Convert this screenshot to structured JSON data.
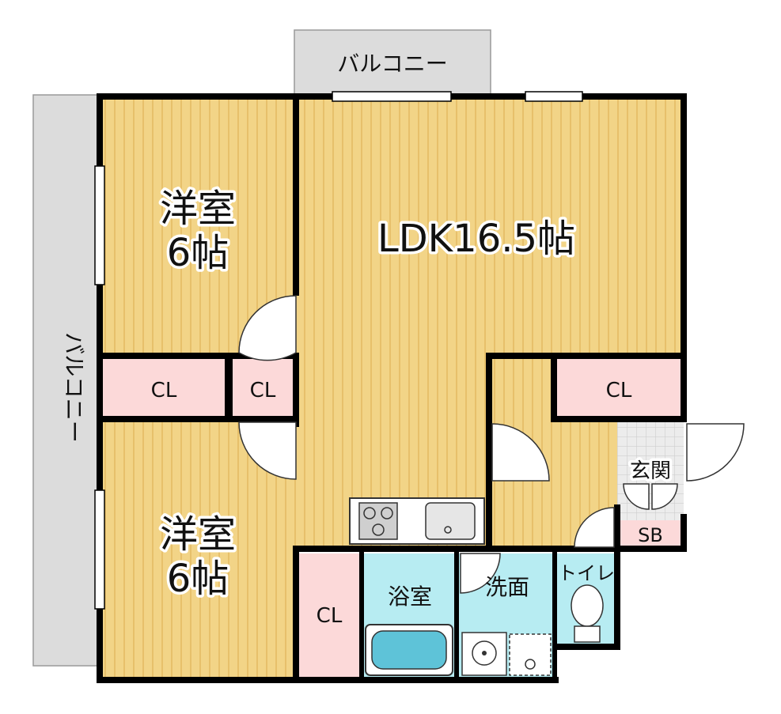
{
  "plan": {
    "rooms": {
      "western_room_upper": {
        "name": "洋室",
        "size": "6帖"
      },
      "western_room_lower": {
        "name": "洋室",
        "size": "6帖"
      },
      "ldk": {
        "label": "LDK16.5帖"
      },
      "bath": {
        "label": "浴室"
      },
      "washroom": {
        "label": "洗面"
      },
      "toilet": {
        "label": "トイレ"
      },
      "entrance": {
        "label": "玄関"
      },
      "shoe_box": {
        "label": "SB"
      }
    },
    "closets": {
      "upper_left": "CL",
      "upper_mid": "CL",
      "right": "CL",
      "lower": "CL"
    },
    "balconies": {
      "top": "バルコニー",
      "left": "バルコニー"
    }
  },
  "colors": {
    "floor": "#f2d487",
    "floor_stripe": "#e7c06b",
    "closet": "#fcd9d9",
    "water_room": "#b7ecf2",
    "balcony": "#dcdcdc",
    "entrance": "#ececec",
    "wall": "#000000"
  }
}
